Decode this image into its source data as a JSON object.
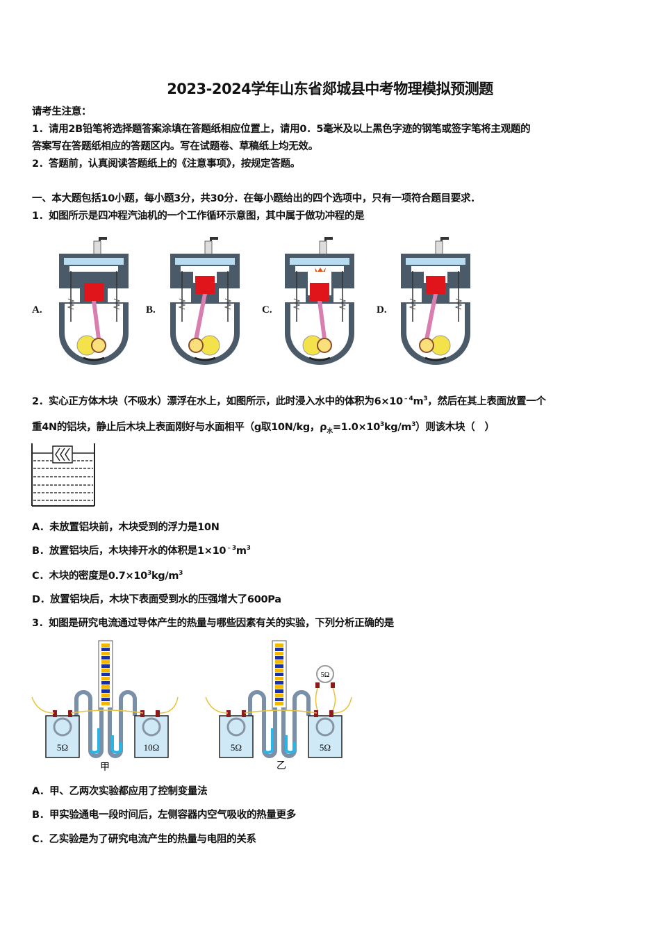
{
  "document": {
    "title": "2023-2024学年山东省郯城县中考物理模拟预测题",
    "notice": {
      "heading": "请考生注意：",
      "items": [
        "1．请用2B铅笔将选择题答案涂填在答题纸相应位置上，请用0．5毫米及以上黑色字迹的钢笔或签字笔将主观题的",
        "答案写在答题纸相应的答题区内。写在试题卷、草稿纸上均无效。",
        "2．答题前，认真阅读答题纸上的《注意事项》，按规定答题。"
      ]
    },
    "section": {
      "heading": "一、本大题包括10小题，每小题3分，共30分．在每小题给出的四个选项中，只有一项符合题目要求．"
    },
    "questions": [
      {
        "number": "1",
        "stem": "1．如图所示是四冲程汽油机的一个工作循环示意图，其中属于做功冲程的是",
        "figure": {
          "type": "four-stroke-engine-diagrams",
          "labels": [
            "A.",
            "B.",
            "C.",
            "D."
          ]
        }
      },
      {
        "number": "2",
        "stem_line1_a": "2．实心正方体木块（不吸水）漂浮在水上，如图所示，此时浸入水中的体积为6×10",
        "stem_line1_exp": "﹣4",
        "stem_line1_b": "m",
        "stem_line1_exp2": "3",
        "stem_line1_c": "，然后在其上表面放置一个",
        "stem_line2_a": "重4N的铝块，静止后木块上表面刚好与水面相平（g取10N/kg，ρ",
        "stem_line2_sub": "水",
        "stem_line2_b": "=1.0×10",
        "stem_line2_exp": "3",
        "stem_line2_c": "kg/m",
        "stem_line2_exp2": "3",
        "stem_line2_d": "）则该木块（　）",
        "figure": {
          "type": "floating-block-in-water"
        },
        "options": [
          {
            "label": "A．",
            "text": "未放置铝块前，木块受到的浮力是10N"
          },
          {
            "label": "B．",
            "text": "放置铝块后，木块排开水的体积是1×10",
            "exp": "﹣3",
            "tail": "m",
            "exp2": "3"
          },
          {
            "label": "C．",
            "text": "木块的密度是0.7×10",
            "exp": "3",
            "tail": "kg/m",
            "exp2": "3"
          },
          {
            "label": "D．",
            "text": "放置铝块后，木块下表面受到水的压强增大了600Pa"
          }
        ]
      },
      {
        "number": "3",
        "stem": "3．如图是研究电流通过导体产生的热量与哪些因素有关的实验，下列分析正确的是",
        "figure": {
          "type": "joule-heating-experiment",
          "left": {
            "caption": "甲",
            "r_left": "5Ω",
            "r_right": "10Ω"
          },
          "right": {
            "caption": "乙",
            "r_left": "5Ω",
            "r_right": "5Ω",
            "r_parallel": "5Ω"
          }
        },
        "options": [
          {
            "label": "A．",
            "text": "甲、乙两次实验都应用了控制变量法"
          },
          {
            "label": "B．",
            "text": "甲实验通电一段时间后，左侧容器内空气吸收的热量更多"
          },
          {
            "label": "C．",
            "text": "乙实验是为了研究电流产生的热量与电阻的关系"
          }
        ]
      }
    ]
  },
  "colors": {
    "engine_body": "#4a5a68",
    "coolant": "#b8dcef",
    "piston": "#e0151b",
    "rod": "#d97fb0",
    "crank": "#f3e24a",
    "tube_liquid": "#29b6e6",
    "scale_yellow": "#f5b800",
    "scale_blue": "#1a2fa0",
    "wire": "#e9c23a",
    "terminal": "#8b1a1a",
    "beaker": "#cfe9f7"
  }
}
